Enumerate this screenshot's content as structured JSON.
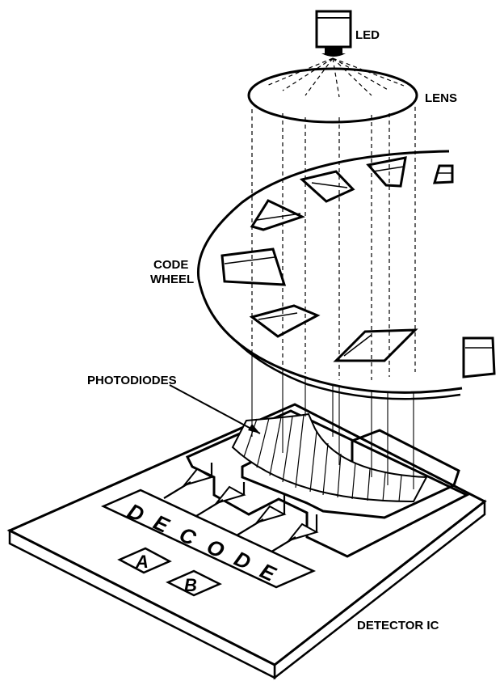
{
  "labels": {
    "led": "LED",
    "lens": "LENS",
    "code_wheel_line1": "CODE",
    "code_wheel_line2": "WHEEL",
    "photodiodes": "PHOTODIODES",
    "detector_ic": "DETECTOR IC"
  },
  "decode_letters": [
    "D",
    "E",
    "C",
    "O",
    "D",
    "E"
  ],
  "channels": [
    "A",
    "B"
  ]
}
